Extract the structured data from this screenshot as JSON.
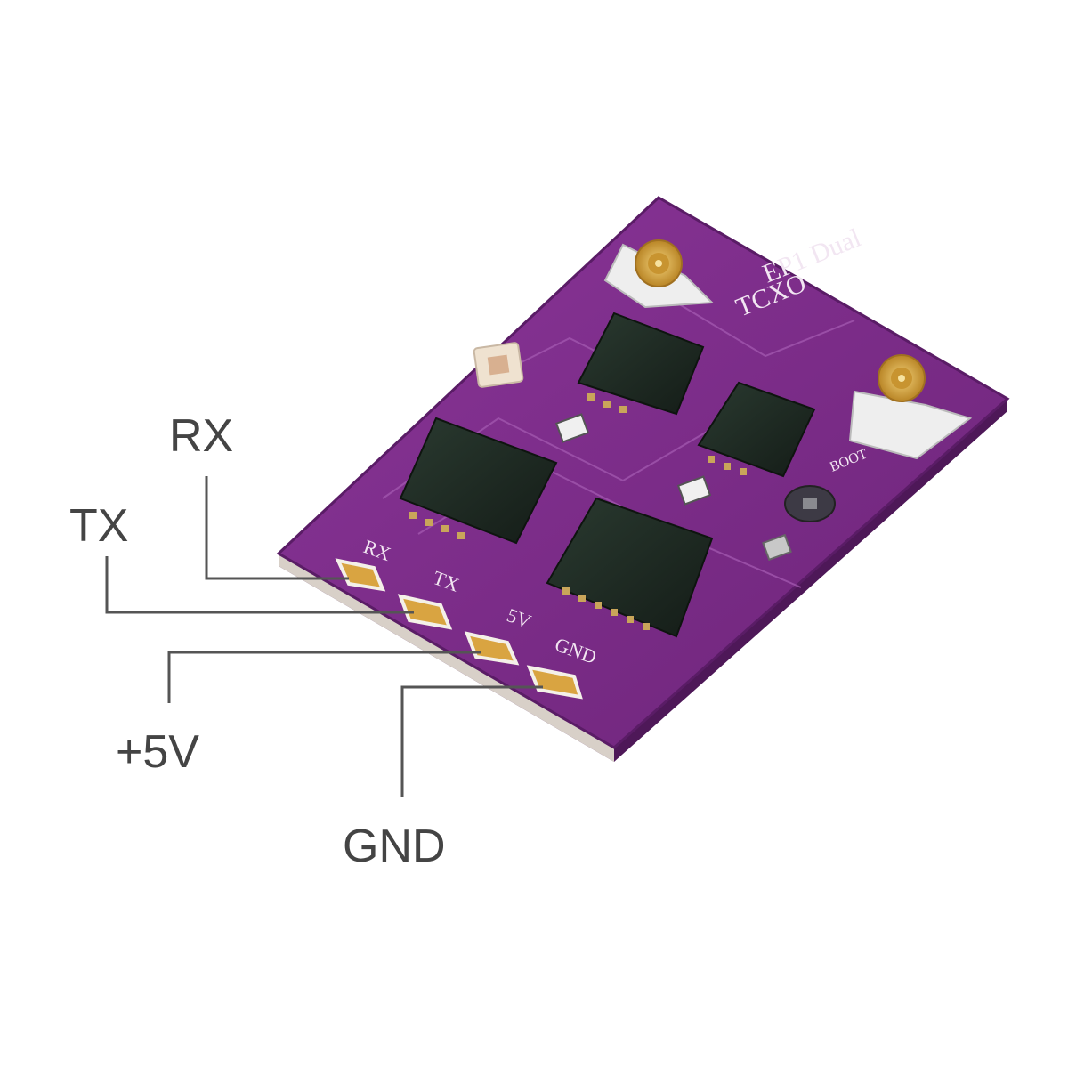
{
  "labels": {
    "rx": "RX",
    "tx": "TX",
    "v5": "+5V",
    "gnd": "GND"
  },
  "silkscreen": {
    "title_line1": "EP1 Dual",
    "title_line2": "TCXO",
    "boot": "BOOT",
    "pad_rx": "RX",
    "pad_tx": "TX",
    "pad_5v": "5V",
    "pad_gnd": "GND"
  },
  "colors": {
    "board": "#7a2a86",
    "board_edge": "#5a1c66",
    "chip": "#1f2a22",
    "gold": "#d9a441",
    "leader": "#555555",
    "text": "#444444"
  },
  "icons": {
    "antenna_connector": "ufl-connector-icon",
    "led": "led-icon",
    "boot_button": "button-icon"
  }
}
